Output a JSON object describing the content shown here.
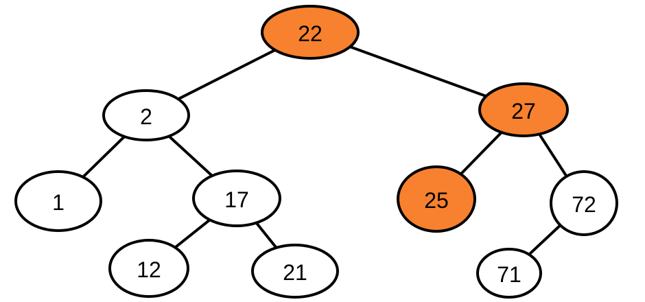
{
  "colors": {
    "highlight": "#f7812e",
    "default_fill": "#ffffff",
    "stroke": "#000000"
  },
  "tree": {
    "nodes": [
      {
        "id": "n22",
        "label": "22",
        "highlighted": true
      },
      {
        "id": "n2",
        "label": "2",
        "highlighted": false
      },
      {
        "id": "n27",
        "label": "27",
        "highlighted": true
      },
      {
        "id": "n1",
        "label": "1",
        "highlighted": false
      },
      {
        "id": "n17",
        "label": "17",
        "highlighted": false
      },
      {
        "id": "n25",
        "label": "25",
        "highlighted": true
      },
      {
        "id": "n72",
        "label": "72",
        "highlighted": false
      },
      {
        "id": "n12",
        "label": "12",
        "highlighted": false
      },
      {
        "id": "n21",
        "label": "21",
        "highlighted": false
      },
      {
        "id": "n71",
        "label": "71",
        "highlighted": false
      }
    ],
    "edges": [
      {
        "from": "n22",
        "to": "n2"
      },
      {
        "from": "n22",
        "to": "n27"
      },
      {
        "from": "n2",
        "to": "n1"
      },
      {
        "from": "n2",
        "to": "n17"
      },
      {
        "from": "n17",
        "to": "n12"
      },
      {
        "from": "n17",
        "to": "n21"
      },
      {
        "from": "n27",
        "to": "n25"
      },
      {
        "from": "n27",
        "to": "n72"
      },
      {
        "from": "n72",
        "to": "n71"
      }
    ]
  }
}
